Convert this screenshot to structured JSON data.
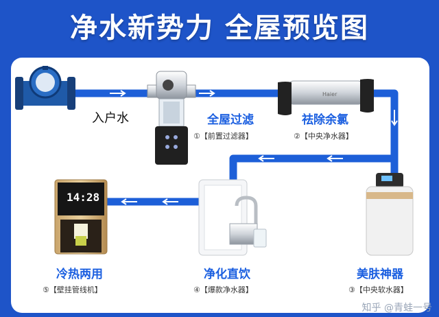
{
  "title": "净水新势力 全屋预览图",
  "inlet_label": "入户水",
  "steps": [
    {
      "name": "全屋过滤",
      "device": "①【前置过滤器】"
    },
    {
      "name": "祛除余氯",
      "device": "②【中央净水器】"
    },
    {
      "name": "美肤神器",
      "device": "③【中央软水器】"
    },
    {
      "name": "净化直饮",
      "device": "④【爆款净水器】"
    },
    {
      "name": "冷热两用",
      "device": "⑤【壁挂管线机】"
    }
  ],
  "dispenser_display": "14:28",
  "brand": "Haier",
  "watermark": "知乎 @青蛙一号",
  "colors": {
    "background": "#1e54c8",
    "pipe": "#1d5fd8",
    "label": "#1b5fe0"
  },
  "icons": [
    "water-meter-icon",
    "prefilter-icon",
    "central-purifier-icon",
    "softener-icon",
    "ro-purifier-icon",
    "wall-dispenser-icon"
  ]
}
